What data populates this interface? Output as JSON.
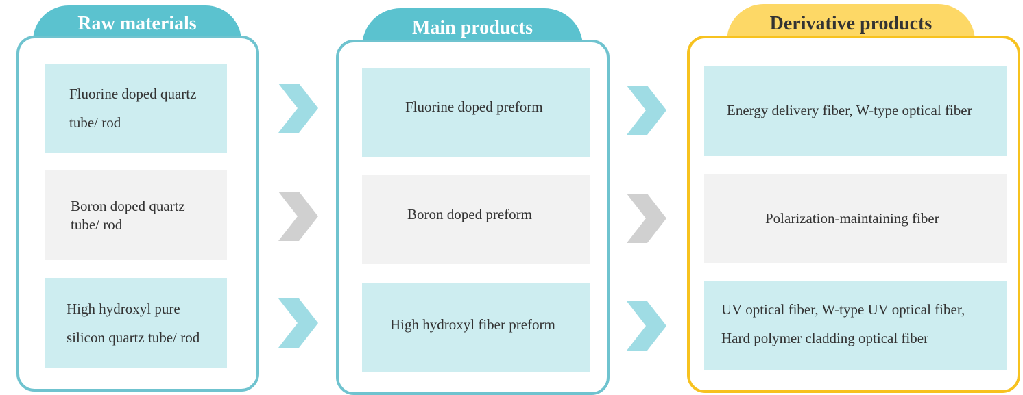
{
  "columns": {
    "raw": {
      "title": "Raw materials"
    },
    "main": {
      "title": "Main products"
    },
    "derivative": {
      "title": "Derivative products"
    }
  },
  "raw_items": [
    "Fluorine doped quartz\ntube/ rod",
    "Boron doped quartz\ntube/ rod",
    "High hydroxyl pure\nsilicon quartz tube/ rod"
  ],
  "main_items": [
    "Fluorine doped preform",
    "Boron doped preform",
    "High hydroxyl fiber preform"
  ],
  "derivative_items": [
    "Energy delivery fiber, W-type optical fiber",
    "Polarization-maintaining fiber",
    "UV optical fiber, W-type UV optical fiber,\nHard polymer cladding optical fiber"
  ],
  "colors": {
    "teal": "#5bc2cf",
    "teal_border": "#6fc3cf",
    "yellow": "#fdd866",
    "yellow_border": "#f7c21f",
    "light_box": "#cdedf0",
    "grey_box": "#f2f2f2",
    "arrow_teal": "#9fdce4",
    "arrow_grey": "#d0d0d0"
  }
}
